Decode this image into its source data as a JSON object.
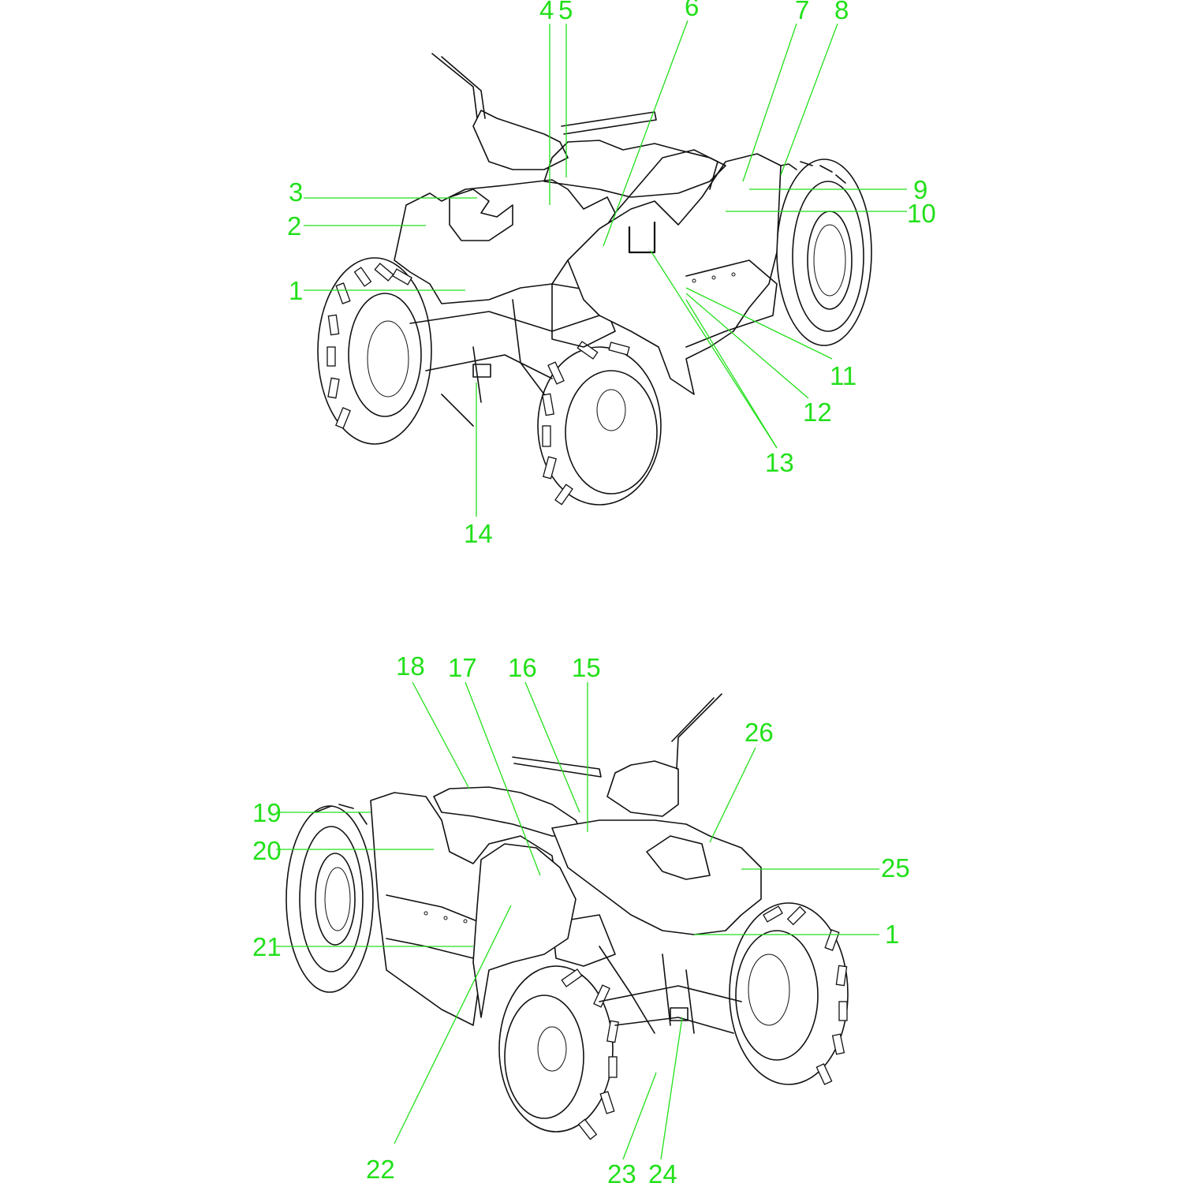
{
  "callouts": [
    "1",
    "2",
    "3",
    "4",
    "5",
    "6",
    "7",
    "8",
    "9",
    "10",
    "11",
    "12",
    "13",
    "14",
    "15",
    "16",
    "17",
    "18",
    "19",
    "20",
    "21",
    "22",
    "23",
    "24",
    "25",
    "26"
  ],
  "colors": {
    "callout": "#22e01a",
    "drawing": "#111111",
    "background": "#ffffff"
  }
}
